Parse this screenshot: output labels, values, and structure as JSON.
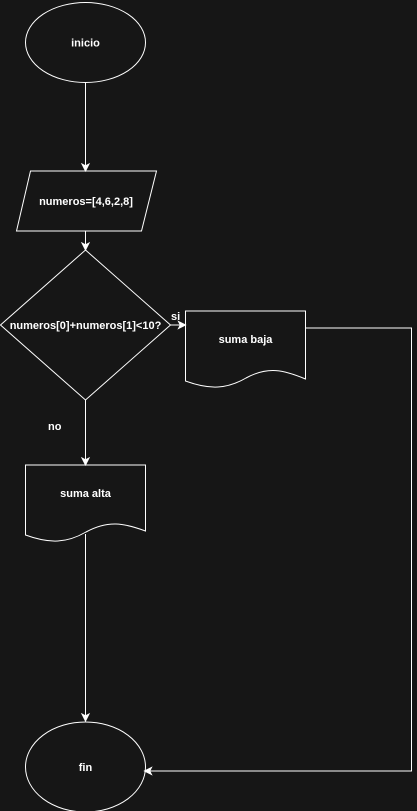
{
  "theme": {
    "background": "#161616",
    "stroke": "#ffffff",
    "text": "#ffffff"
  },
  "nodes": {
    "start": "inicio",
    "input": "numeros=[4,6,2,8]",
    "decision": "numeros[0]+numeros[1]<10?",
    "yes_branch": "suma baja",
    "no_branch": "suma alta",
    "end": "fin"
  },
  "edges": {
    "yes_label": "si",
    "no_label": "no"
  }
}
